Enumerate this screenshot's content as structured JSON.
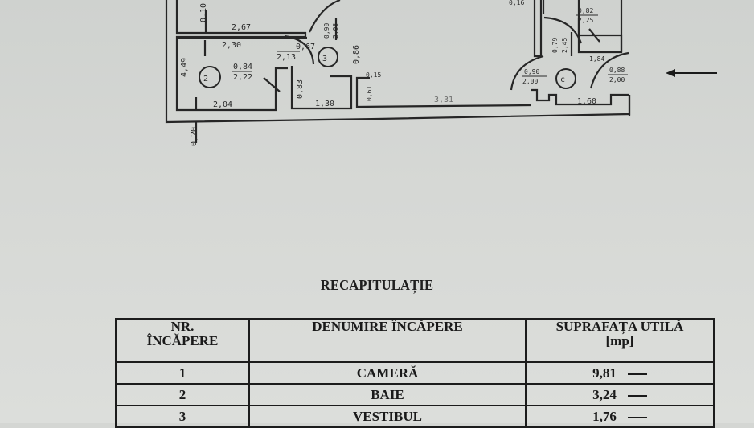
{
  "floor_plan": {
    "rooms": [
      {
        "number": "2",
        "label": "2"
      },
      {
        "number": "3",
        "label": "3"
      },
      {
        "number": "c",
        "label": "c"
      }
    ],
    "dimensions": {
      "d_010": "0,10",
      "d_267": "2,67",
      "d_230": "2,30",
      "d_449": "4,49",
      "d_204": "2,04",
      "d_020": "0,20",
      "door_067_213": {
        "top": "0,67",
        "bottom": "2,13"
      },
      "door_084_222": {
        "top": "0,84",
        "bottom": "2,22"
      },
      "door_090_205": {
        "top": "0,90",
        "bottom": "2,05"
      },
      "d_086": "0,86",
      "d_083": "0,83",
      "d_130": "1,30",
      "d_061": "0,61",
      "d_015": "0,15",
      "d_331": "3,31",
      "d_016": "0,16",
      "door_082_225": {
        "top": "0,82",
        "bottom": "2,25"
      },
      "door_079_245": {
        "top": "0,79",
        "bottom": "2,45"
      },
      "d_184": "1,84",
      "door_090_200": {
        "top": "0,90",
        "bottom": "2,00"
      },
      "door_088_200": {
        "top": "0,88",
        "bottom": "2,00"
      },
      "d_160": "1,60"
    },
    "entrance_arrow": "arrow-left"
  },
  "recap": {
    "title": "RECAPITULAȚIE",
    "headers": {
      "nr_line1": "NR.",
      "nr_line2": "ÎNCĂPERE",
      "name": "DENUMIRE ÎNCĂPERE",
      "area_line1": "SUPRAFAȚA UTILĂ",
      "area_line2": "[mp]"
    },
    "rows": [
      {
        "nr": "1",
        "name": "CAMERĂ",
        "area": "9,81"
      },
      {
        "nr": "2",
        "name": "BAIE",
        "area": "3,24"
      },
      {
        "nr": "3",
        "name": "VESTIBUL",
        "area": "1,76"
      }
    ]
  }
}
